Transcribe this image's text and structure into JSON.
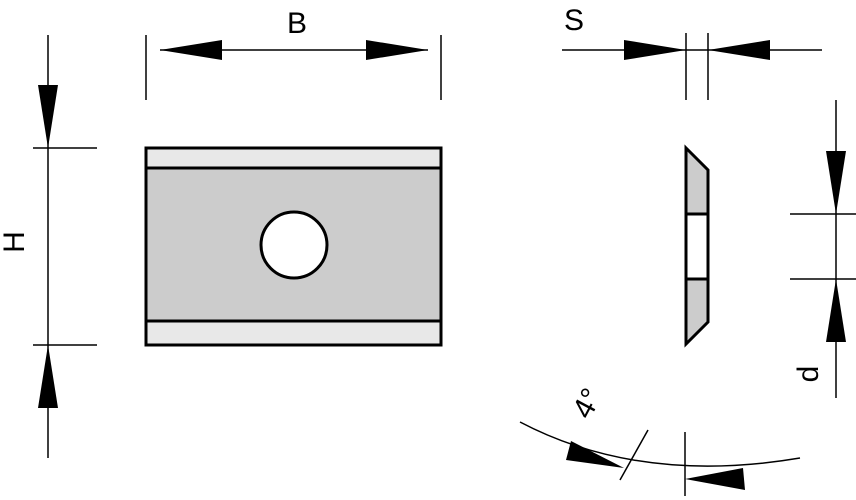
{
  "labels": {
    "width": "B",
    "height": "H",
    "thickness": "S",
    "bore": "d",
    "angle": "4°"
  },
  "colors": {
    "line": "#000000",
    "face_fill": "#cccccc",
    "light_fill": "#e8e8e8",
    "background": "#ffffff"
  }
}
